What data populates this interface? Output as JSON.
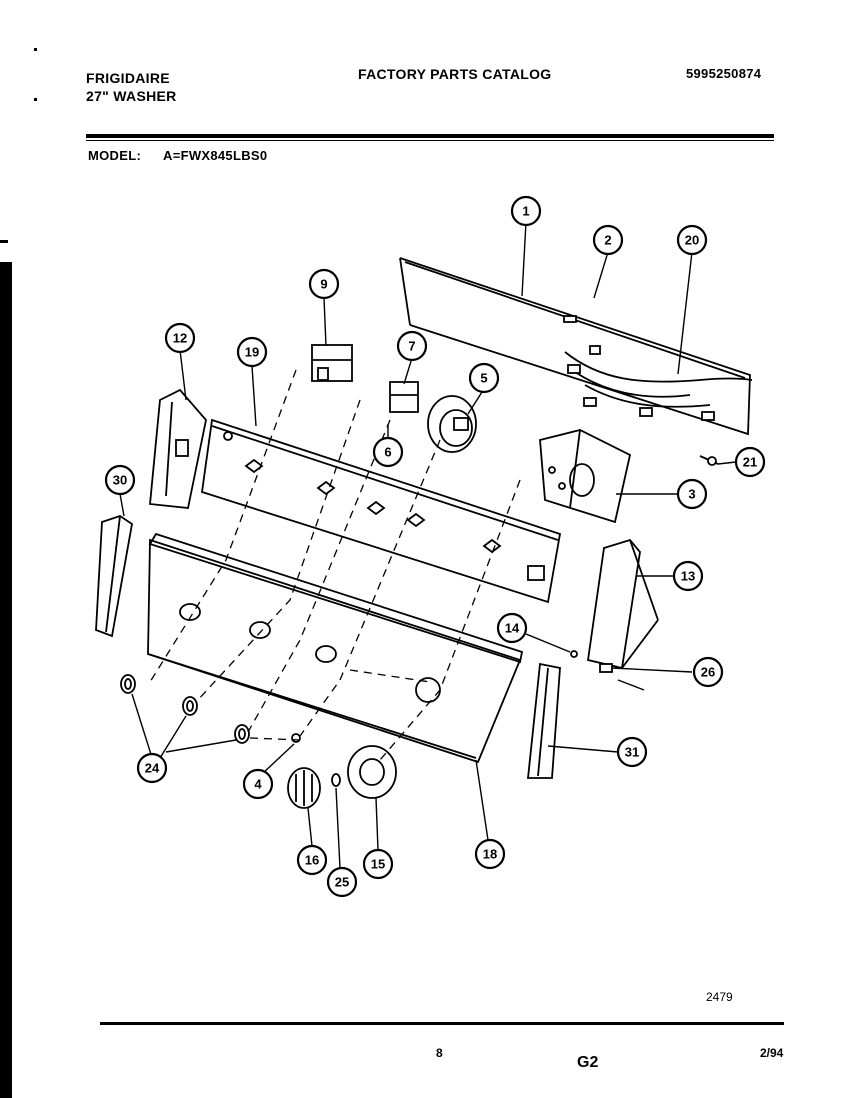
{
  "header": {
    "brand": "FRIGIDAIRE",
    "product": "27\" WASHER",
    "catalog_title": "FACTORY PARTS CATALOG",
    "catalog_number": "5995250874",
    "model_label": "MODEL:",
    "model_value": "A=FWX845LBS0"
  },
  "footer": {
    "drawing_number": "2479",
    "page_number": "8",
    "section": "G2",
    "date": "2/94"
  },
  "callouts": [
    "1",
    "2",
    "20",
    "9",
    "7",
    "5",
    "12",
    "19",
    "6",
    "21",
    "3",
    "30",
    "13",
    "14",
    "26",
    "24",
    "4",
    "31",
    "16",
    "25",
    "15",
    "18"
  ]
}
